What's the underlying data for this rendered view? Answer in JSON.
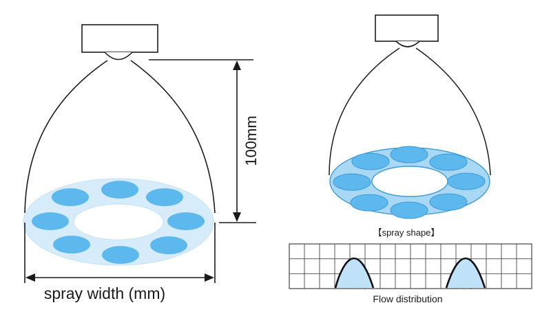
{
  "labels": {
    "dimension_height": "100mm",
    "spray_width": "spray width (mm)",
    "spray_shape": "【spray shape】",
    "flow_distribution": "Flow distribution"
  },
  "colors": {
    "outline": "#1a1a1a",
    "ring_fill": "#d6ecfa",
    "ring_fill_right": "#a9d8f5",
    "droplet": "#5db8ee",
    "droplet_outline": "#3f9bd6",
    "grid": "#444444",
    "flow_fill": "#bfe2f8"
  }
}
